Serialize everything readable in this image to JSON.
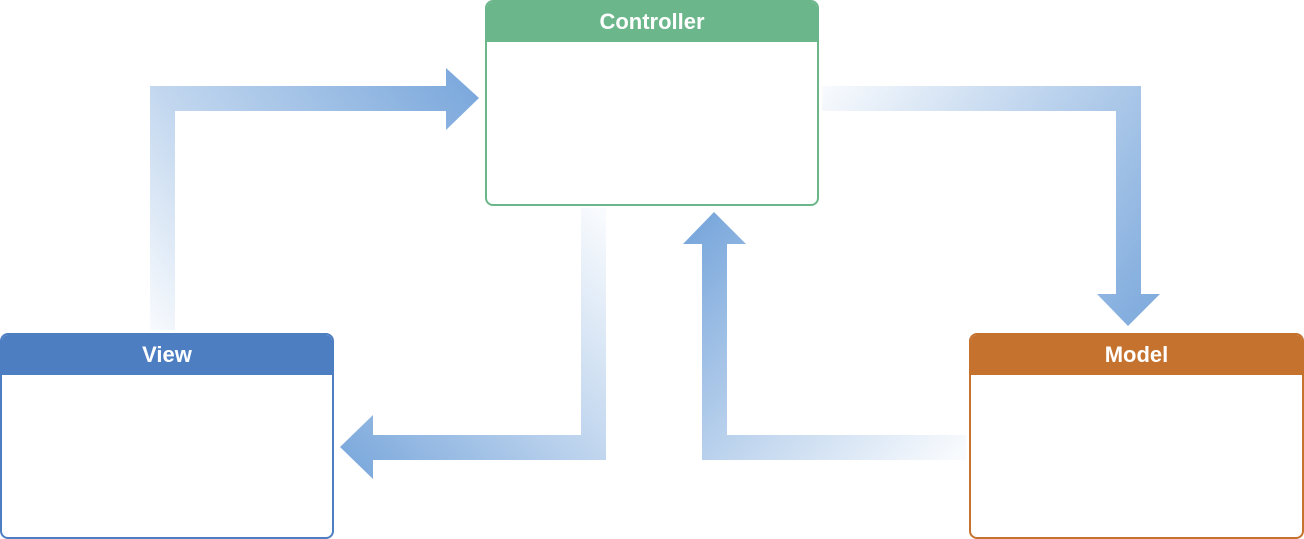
{
  "diagram": {
    "nodes": [
      {
        "id": "controller",
        "label": "Controller",
        "color": "#6bb68a"
      },
      {
        "id": "view",
        "label": "View",
        "color": "#4e7ec2"
      },
      {
        "id": "model",
        "label": "Model",
        "color": "#c4722e"
      }
    ],
    "edges": [
      {
        "from": "view",
        "to": "controller"
      },
      {
        "from": "controller",
        "to": "model"
      },
      {
        "from": "controller",
        "to": "view"
      },
      {
        "from": "model",
        "to": "controller"
      }
    ],
    "arrow_color": "#7ba8dc"
  }
}
